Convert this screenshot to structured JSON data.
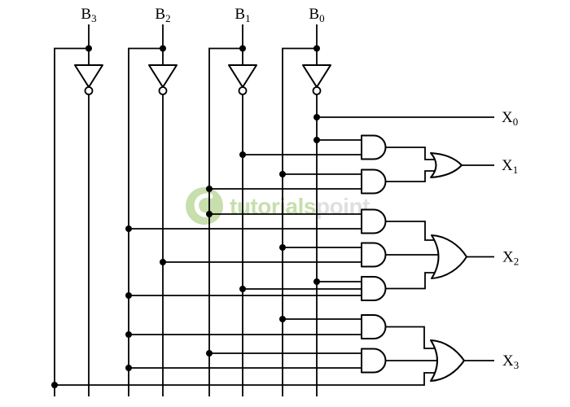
{
  "diagram": {
    "kind": "combinational-logic-circuit",
    "inputs": [
      {
        "name": "B",
        "subscript": "3"
      },
      {
        "name": "B",
        "subscript": "2"
      },
      {
        "name": "B",
        "subscript": "1"
      },
      {
        "name": "B",
        "subscript": "0"
      }
    ],
    "outputs": [
      {
        "name": "X",
        "subscript": "0"
      },
      {
        "name": "X",
        "subscript": "1"
      },
      {
        "name": "X",
        "subscript": "2"
      },
      {
        "name": "X",
        "subscript": "3"
      }
    ],
    "netlist": {
      "not_gates": [
        {
          "id": "not-b3",
          "input": "B3",
          "output": "B3'"
        },
        {
          "id": "not-b2",
          "input": "B2",
          "output": "B2'"
        },
        {
          "id": "not-b1",
          "input": "B1",
          "output": "B1'"
        },
        {
          "id": "not-b0",
          "input": "B0",
          "output": "B0'"
        }
      ],
      "and_gates": [
        {
          "id": "and-x1-a",
          "inputs": [
            "B0'",
            "B1'"
          ]
        },
        {
          "id": "and-x1-b",
          "inputs": [
            "B0",
            "B1"
          ]
        },
        {
          "id": "and-x2-a",
          "inputs": [
            "B1",
            "B2"
          ]
        },
        {
          "id": "and-x2-b",
          "inputs": [
            "B0",
            "B2'"
          ]
        },
        {
          "id": "and-x2-c",
          "inputs": [
            "B0'",
            "B1'",
            "B2"
          ]
        },
        {
          "id": "and-x3-a",
          "inputs": [
            "B0",
            "B2"
          ]
        },
        {
          "id": "and-x3-b",
          "inputs": [
            "B1",
            "B2"
          ]
        }
      ],
      "or_gates": [
        {
          "id": "or-x1",
          "inputs": [
            "and-x1-a",
            "and-x1-b"
          ],
          "output": "X1"
        },
        {
          "id": "or-x2",
          "inputs": [
            "and-x2-a",
            "and-x2-b",
            "and-x2-c"
          ],
          "output": "X2"
        },
        {
          "id": "or-x3",
          "inputs": [
            "and-x3-a",
            "and-x3-b",
            "B3"
          ],
          "output": "X3"
        }
      ],
      "direct": [
        {
          "output": "X0",
          "source": "B0'"
        }
      ]
    }
  },
  "watermark": {
    "text_primary": "tutorials",
    "text_secondary": "point"
  },
  "colors": {
    "wire": "#000000",
    "background": "#ffffff",
    "watermark_green": "#84b84c",
    "watermark_gray": "#b9b9b9"
  }
}
